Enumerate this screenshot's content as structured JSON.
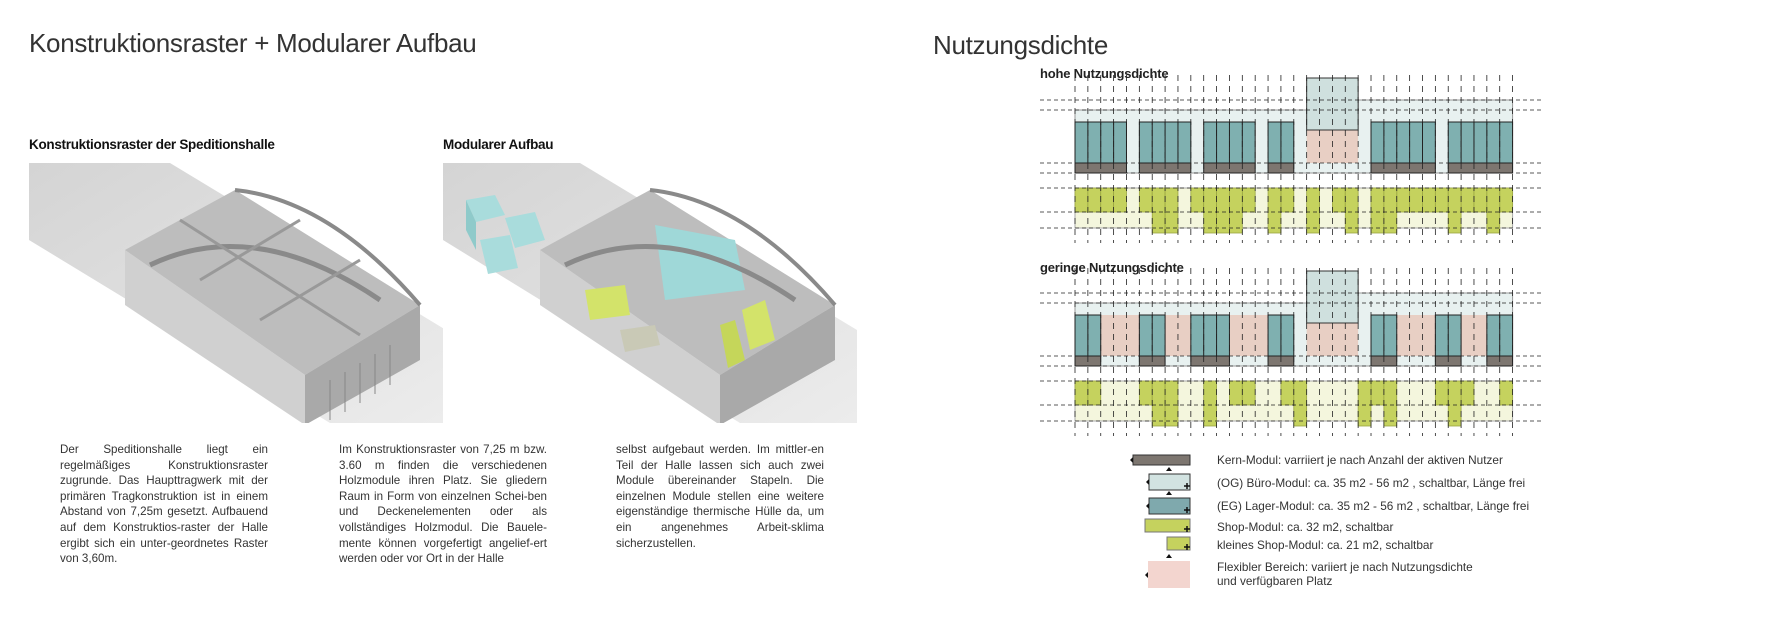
{
  "left": {
    "title": "Konstruktionsraster + Modularer Aufbau",
    "sub1": "Konstruktionsraster der Speditionshalle",
    "sub2": "Modularer Aufbau",
    "col1": "Der Speditionshalle liegt ein regelmäßiges Konstruktionsraster zugrunde. Das Haupttragwerk mit der primären Tragkonstruktion ist in einem Abstand von 7,25m gesetzt. Aufbauend auf dem Konstruktios-raster der Halle ergibt sich ein unter-geordnetes Raster von 3,60m.",
    "col2": "Im Konstruktionsraster von 7,25 m bzw. 3.60 m finden die verschiedenen Holzmodule ihren Platz. Sie gliedern Raum in Form von einzelnen Schei-ben und Deckenelementen oder als vollständiges Holzmodul. Die Bauele-mente können vorgefertigt angelief-ert werden oder vor Ort in der Halle",
    "col3": "selbst aufgebaut werden. Im mittler-en Teil der Halle lassen sich auch zwei Module übereinander Stapeln. Die einzelnen Module stellen eine weitere eigenständige thermische Hülle da, um ein angenehmes Arbeit-sklima sicherzustellen."
  },
  "right": {
    "title": "Nutzungsdichte",
    "diagram_high": "hohe Nutzungsdichte",
    "diagram_low": "geringe Nutzungsdichte",
    "legend": [
      {
        "label": "Kern-Modul: varriiert je nach Anzahl der aktiven Nutzer",
        "color": "#7d7670"
      },
      {
        "label": "(OG) Büro-Modul: ca. 35 m2 - 56 m2 , schaltbar, Länge frei",
        "color": "#d2e3e1"
      },
      {
        "label": "(EG) Lager-Modul: ca. 35 m2 - 56 m2 , schaltbar, Länge frei",
        "color": "#7fa9ad"
      },
      {
        "label": "Shop-Modul: ca. 32 m2, schaltbar",
        "color": "#c5d25e"
      },
      {
        "label": "kleines Shop-Modul: ca. 21 m2, schaltbar",
        "color": "#c5d25e"
      },
      {
        "label": "Flexibler Bereich: variiert je nach Nutzungsdichte",
        "label2": "und verfügbaren Platz",
        "color": "#f3d5cf"
      }
    ]
  }
}
